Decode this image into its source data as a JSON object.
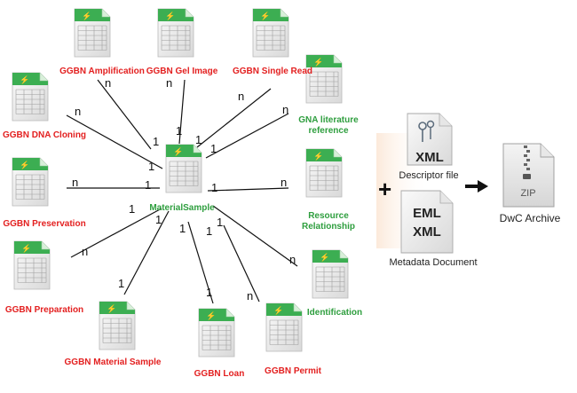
{
  "colors": {
    "extension": "#e32020",
    "core": "#2e9e3e",
    "spreadsheet_header": "#3cae52"
  },
  "core": {
    "label": "MaterialSample",
    "icon": "spreadsheet-icon"
  },
  "extensions": [
    {
      "id": "amplification",
      "label": "GGBN Amplification",
      "type": "extension",
      "core_side": "1",
      "ext_side": "n"
    },
    {
      "id": "gel",
      "label": "GGBN Gel Image",
      "type": "extension",
      "core_side": "1",
      "ext_side": "n"
    },
    {
      "id": "single-read",
      "label": "GGBN Single Read",
      "type": "extension",
      "core_side": "1",
      "ext_side": "n"
    },
    {
      "id": "gna-literature",
      "label": "GNA literature reference",
      "type": "core",
      "core_side": "1",
      "ext_side": "n"
    },
    {
      "id": "dna-cloning",
      "label": "GGBN DNA Cloning",
      "type": "extension",
      "core_side": "1",
      "ext_side": "n"
    },
    {
      "id": "preservation",
      "label": "GGBN Preservation",
      "type": "extension",
      "core_side": "1",
      "ext_side": "n"
    },
    {
      "id": "resource-relationship",
      "label": "Resource Relationship",
      "type": "core",
      "core_side": "1",
      "ext_side": "n"
    },
    {
      "id": "preparation",
      "label": "GGBN Preparation",
      "type": "extension",
      "core_side": "1",
      "ext_side": "n"
    },
    {
      "id": "identification",
      "label": "Identification",
      "type": "core",
      "core_side": "1",
      "ext_side": "n"
    },
    {
      "id": "material-sample",
      "label": "GGBN Material Sample",
      "type": "extension",
      "core_side": "1",
      "ext_side": "1"
    },
    {
      "id": "loan",
      "label": "GGBN Loan",
      "type": "extension",
      "core_side": "1",
      "ext_side": "1"
    },
    {
      "id": "permit",
      "label": "GGBN Permit",
      "type": "extension",
      "core_side": "1",
      "ext_side": "n"
    }
  ],
  "archive": {
    "plus": "+",
    "descriptor": {
      "icon_text": "XML",
      "label": "Descriptor file"
    },
    "metadata": {
      "icon_text_1": "EML",
      "icon_text_2": "XML",
      "label": "Metadata Document"
    },
    "output": {
      "icon_text": "ZIP",
      "label": "DwC Archive"
    }
  }
}
